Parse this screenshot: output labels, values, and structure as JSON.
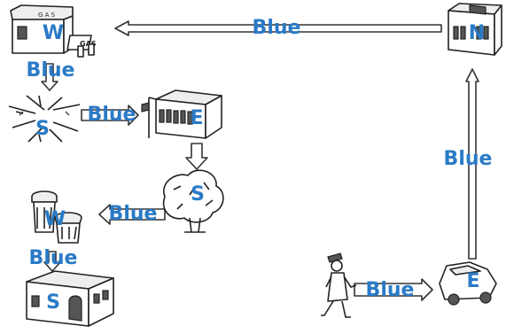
{
  "route": {
    "steps": [
      {
        "label": "N",
        "icon": "office-building-icon"
      },
      {
        "label": "W",
        "icon": "gas-station-icon"
      },
      {
        "label": "S",
        "icon": "crossroads-icon"
      },
      {
        "label": "E",
        "icon": "office-building-icon"
      },
      {
        "label": "S",
        "icon": "tree-icon"
      },
      {
        "label": "W",
        "icon": "trash-cans-icon"
      },
      {
        "label": "S",
        "icon": "house-icon"
      },
      {
        "label": "E",
        "icon": "car-icon"
      }
    ],
    "arrows": [
      {
        "label": "Blue",
        "from": "car",
        "to": "building-n"
      },
      {
        "label": "Blue",
        "from": "building-n",
        "to": "gas-station"
      },
      {
        "label": "Blue",
        "from": "gas-station",
        "to": "crossroads"
      },
      {
        "label": "Blue",
        "from": "crossroads",
        "to": "building-e"
      },
      {
        "label": "Blue",
        "from": "building-e",
        "to": "tree"
      },
      {
        "label": "Blue",
        "from": "tree",
        "to": "trash-cans"
      },
      {
        "label": "Blue",
        "from": "trash-cans",
        "to": "house"
      },
      {
        "label": "Blue",
        "from": "person",
        "to": "car"
      }
    ]
  },
  "person": {
    "icon": "walking-woman-icon"
  }
}
